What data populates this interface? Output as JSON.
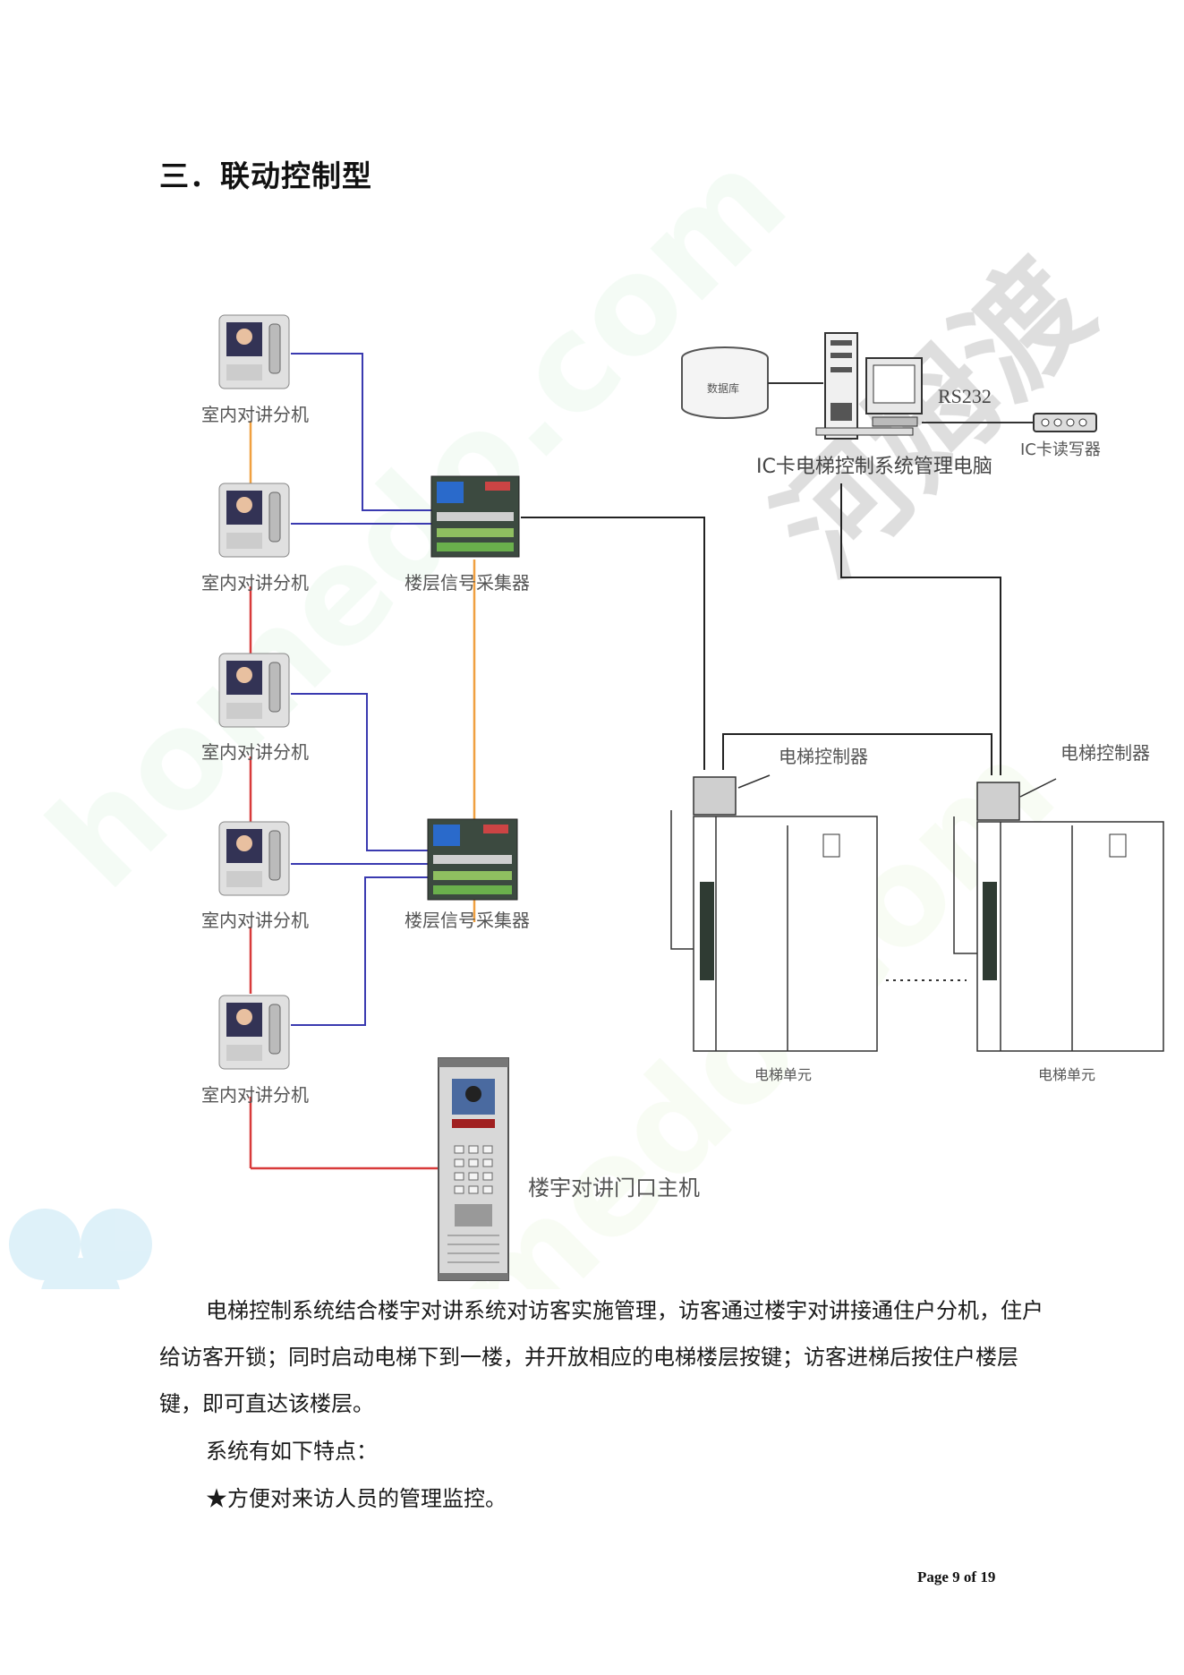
{
  "heading": "三．联动控制型",
  "diagram": {
    "intercom_label": "室内对讲分机",
    "collector_label": "楼层信号采集器",
    "database_label": "数据库",
    "rs232_label": "RS232",
    "card_reader_label": "IC卡读写器",
    "pc_label": "IC卡电梯控制系统管理电脑",
    "elevator_controller_label": "电梯控制器",
    "elevator_unit_label": "电梯单元",
    "door_station_label": "楼宇对讲门口主机"
  },
  "body": {
    "paragraph1": "电梯控制系统结合楼宇对讲系统对访客实施管理，访客通过楼宇对讲接通住户分机，住户给访客开锁；同时启动电梯下到一楼，并开放相应的电梯楼层按键；访客进梯后按住户楼层键，即可直达该楼层。",
    "paragraph2": "系统有如下特点：",
    "paragraph3": "★方便对来访人员的管理监控。"
  },
  "footer": {
    "page_label": "Page 9 of 19"
  },
  "watermark": {
    "text1": "homedo.com",
    "text2": "河姆渡"
  },
  "colors": {
    "blue_line": "#3a3ab0",
    "red_line": "#d83a3a",
    "orange_line": "#f0a040",
    "black_line": "#222222"
  }
}
